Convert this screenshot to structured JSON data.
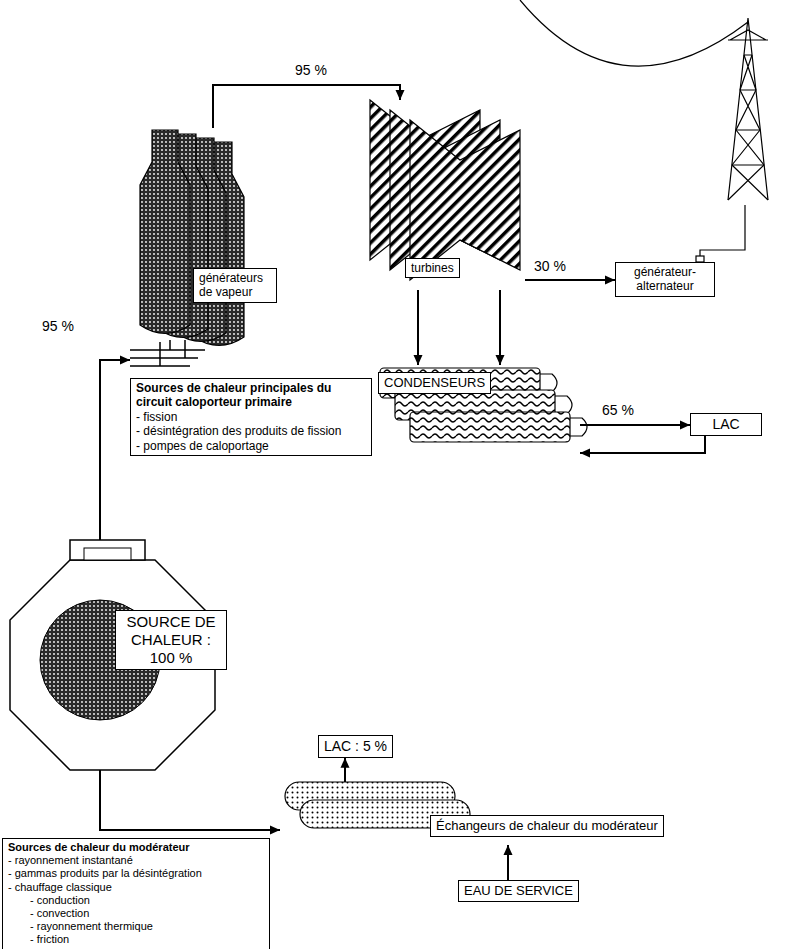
{
  "diagram": {
    "nodes": [
      {
        "text": [
          "générateurs de vapeur"
        ]
      },
      {
        "text": [
          "turbines"
        ]
      },
      {
        "text": [
          "générateur-alternateur"
        ]
      },
      {
        "text": [
          "CONDENSEURS"
        ]
      },
      {
        "text": [
          "LAC"
        ]
      },
      {
        "text": [
          "Sources de chaleur principales du circuit caloporteur primaire",
          "- fission",
          "- désintégration des produits de fission",
          "- pompes de caloportage"
        ]
      },
      {
        "text": [
          "SOURCE DE CHALEUR : 100 %"
        ]
      },
      {
        "text": [
          "LAC : 5 %"
        ]
      },
      {
        "text": [
          "Échangeurs de chaleur du modérateur"
        ]
      },
      {
        "text": [
          "Sources de chaleur du modérateur",
          "- rayonnement instantané",
          "- gammas produits par la désintégration",
          "- chauffage classique",
          "- conduction",
          "- convection",
          "- rayonnement thermique",
          "- friction"
        ]
      },
      {
        "text": [
          "EAU DE SERVICE"
        ]
      }
    ],
    "edges": [
      {
        "from": 6,
        "to": 0,
        "label": "95 %",
        "arrow": "to"
      },
      {
        "from": 0,
        "to": 1,
        "label": "95 %",
        "arrow": "to"
      },
      {
        "from": 1,
        "to": 2,
        "label": "30 %",
        "arrow": "to"
      },
      {
        "from": 1,
        "to": 3,
        "arrow": "to"
      },
      {
        "from": 3,
        "to": 4,
        "label": "65 %",
        "arrow": "to"
      },
      {
        "from": 4,
        "to": 3,
        "arrow": "to"
      },
      {
        "from": 6,
        "to": 8,
        "arrow": "to"
      },
      {
        "from": 8,
        "to": 7,
        "arrow": "to"
      },
      {
        "from": 10,
        "to": 8,
        "arrow": "to"
      }
    ]
  }
}
